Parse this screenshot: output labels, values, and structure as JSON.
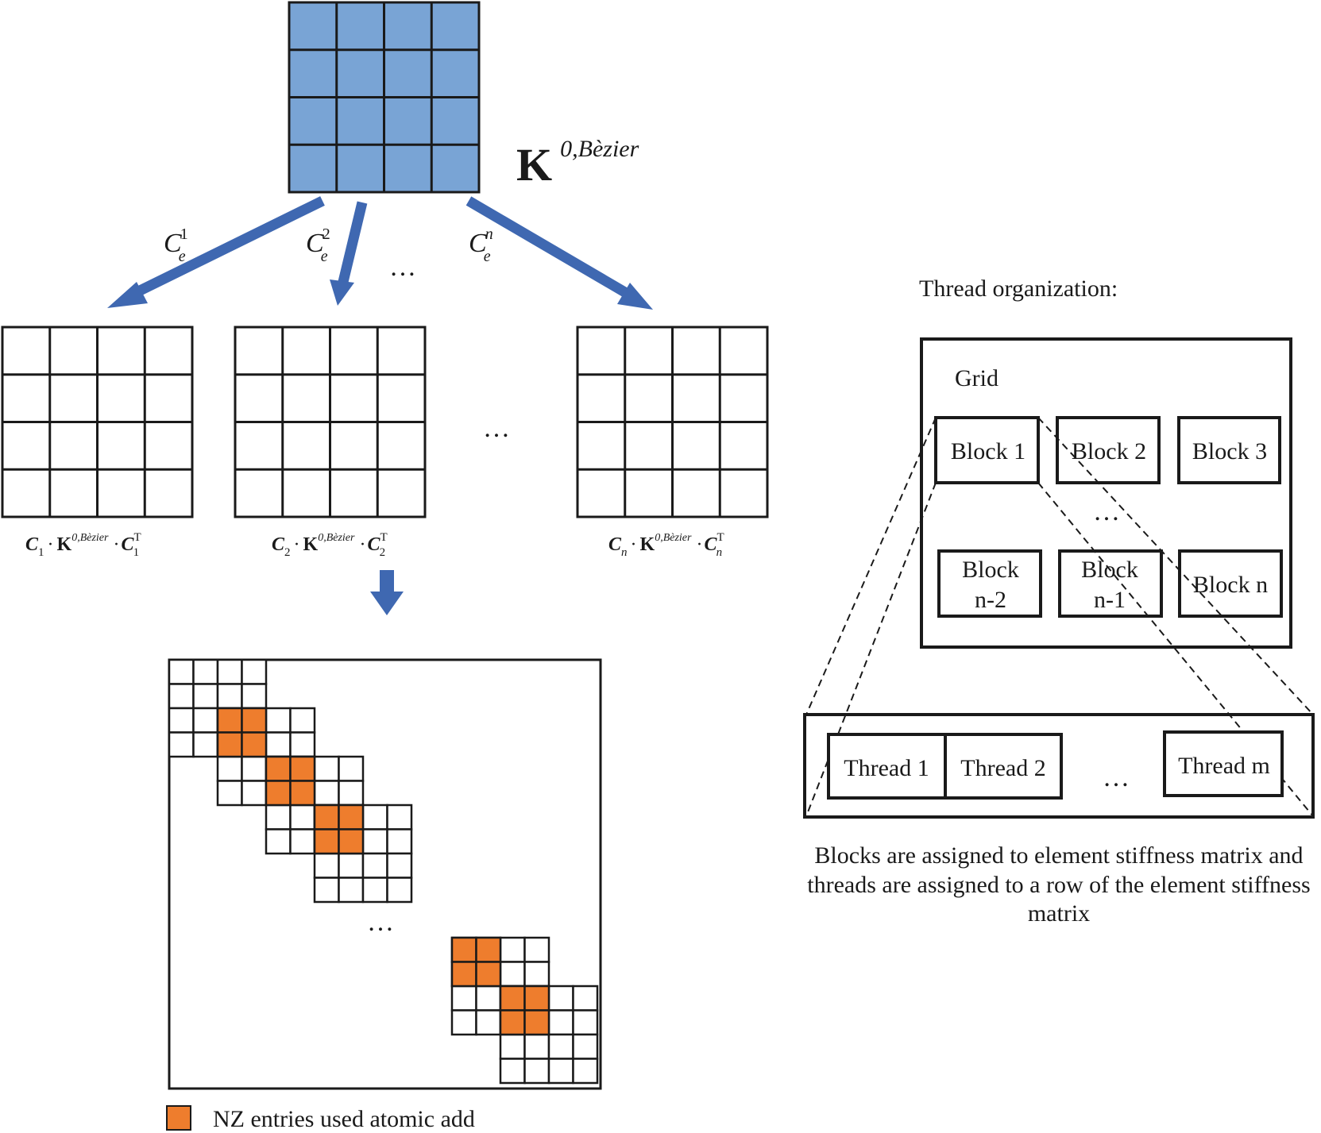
{
  "colors": {
    "blue_fill": "#79A4D5",
    "arrow_blue": "#3F68B1",
    "nz_orange": "#EE7D2D",
    "line": "#1a1a1a"
  },
  "top_matrix": {
    "bold": "K",
    "sup": "0,Bèzier"
  },
  "arrows": [
    {
      "c": "C",
      "sub": "e",
      "sup": "1"
    },
    {
      "c": "C",
      "sub": "e",
      "sup": "2"
    },
    {
      "c": "C",
      "sub": "e",
      "sup": "n"
    }
  ],
  "ellipsis": "…",
  "element_matrices": [
    {
      "c": "C",
      "c_sub": "1",
      "k": "K",
      "k_sup": "0,Bèzier",
      "t_sub": "1",
      "t_sup": "T"
    },
    {
      "c": "C",
      "c_sub": "2",
      "k": "K",
      "k_sup": "0,Bèzier",
      "t_sub": "2",
      "t_sup": "T"
    },
    {
      "c": "C",
      "c_sub": "n",
      "k": "K",
      "k_sup": "0,Bèzier",
      "t_sub": "n",
      "t_sup": "T"
    }
  ],
  "dot": "·",
  "legend": {
    "label": "NZ entries used atomic add"
  },
  "thread_org": {
    "title": "Thread organization:",
    "grid_label": "Grid",
    "blocks": [
      "Block 1",
      "Block 2",
      "Block 3",
      "Block n-2",
      "Block n-1",
      "Block n"
    ],
    "block_lines": [
      [
        "Block",
        "n-2"
      ],
      [
        "Block",
        "n-1"
      ]
    ],
    "threads": [
      "Thread 1",
      "Thread 2",
      "Thread m"
    ],
    "caption": [
      "Blocks are assigned to element stiffness matrix and",
      "threads are assigned to a row of the element stiffness",
      "matrix"
    ]
  }
}
